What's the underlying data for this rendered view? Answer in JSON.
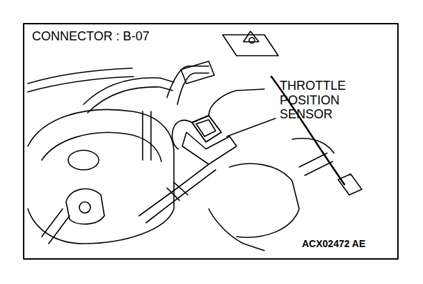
{
  "diagram": {
    "labels": [
      "CONNECTOR : B-07",
      "THROTTLE POSITION SENSOR",
      "ACX02472 AE"
    ]
  }
}
